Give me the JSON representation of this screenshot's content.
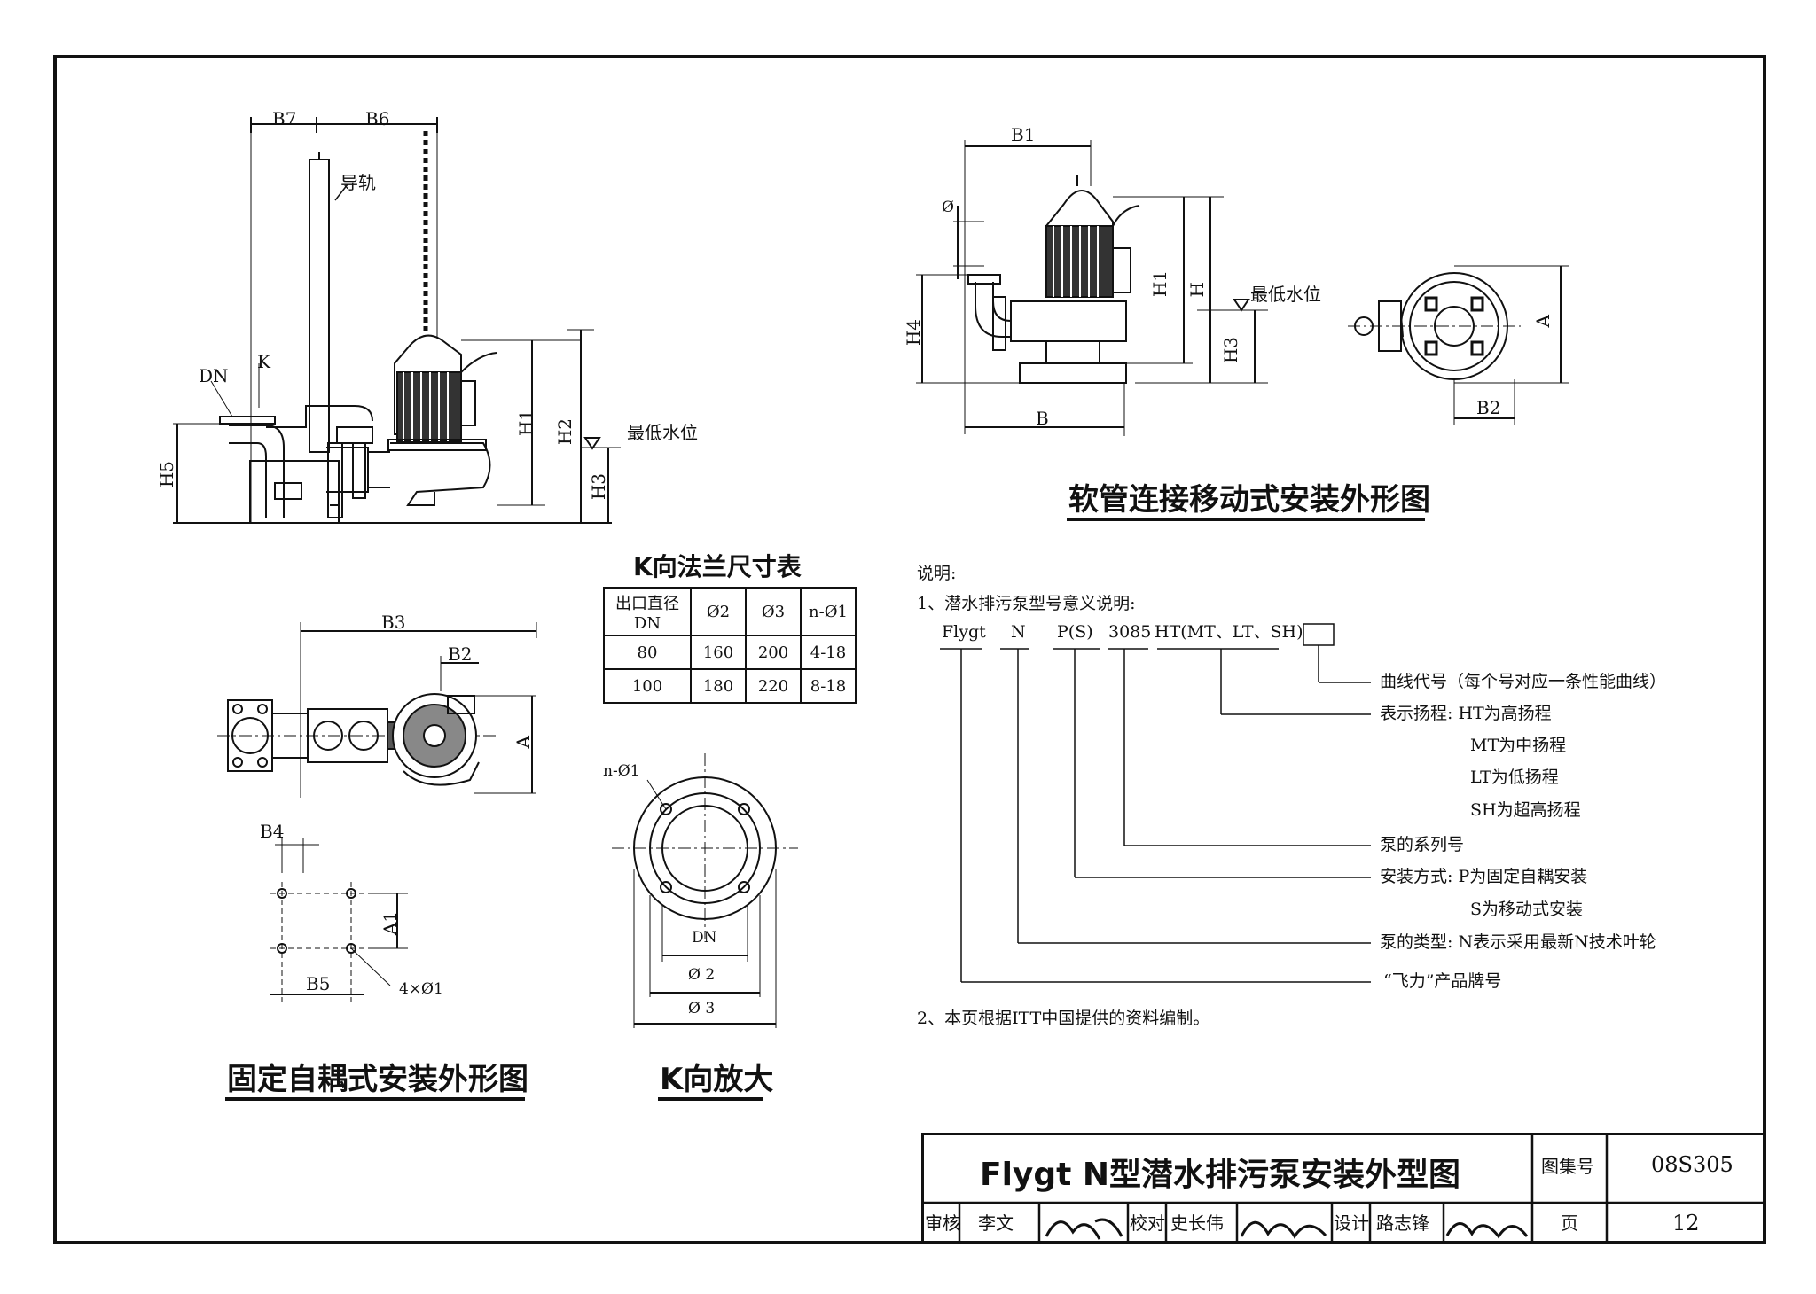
{
  "guide_rail": "导轨",
  "labels_fixed": {
    "b7": "B7",
    "b6": "B6",
    "dn": "DN",
    "k": "K",
    "h5": "H5",
    "h1": "H1",
    "h2": "H2",
    "h3": "H3",
    "min_water": "最低水位"
  },
  "labels_mobile": {
    "b1": "B1",
    "phi": "Ø",
    "h4": "H4",
    "h1": "H1",
    "h": "H",
    "h3": "H3",
    "min_water": "最低水位",
    "b": "B",
    "a": "A",
    "b2": "B2"
  },
  "title_mobile": "软管连接移动式安装外形图",
  "table": {
    "title": "K向法兰尺寸表",
    "headers": [
      "出口直径",
      "DN",
      "Ø2",
      "Ø3",
      "n-Ø1"
    ],
    "rows": [
      [
        "80",
        "160",
        "200",
        "4-18"
      ],
      [
        "100",
        "180",
        "220",
        "8-18"
      ]
    ]
  },
  "labels_plan": {
    "b3": "B3",
    "b2": "B2",
    "a": "A",
    "b4": "B4",
    "a1": "A1",
    "b5": "B5",
    "holes": "4×Ø1"
  },
  "title_fixed": "固定自耦式安装外形图",
  "labels_k": {
    "n_phi1": "n-Ø1",
    "dn": "DN",
    "phi2": "Ø 2",
    "phi3": "Ø 3"
  },
  "title_k": "K向放大",
  "notes": {
    "heading": "说明:",
    "item1": "1、潜水排污泵型号意义说明:",
    "model_parts": [
      "Flygt",
      "N",
      "P(S)",
      "3085",
      "HT(MT、LT、SH)"
    ],
    "legend": [
      "曲线代号（每个号对应一条性能曲线）",
      "表示扬程: HT为高扬程",
      "MT为中扬程",
      "LT为低扬程",
      "SH为超高扬程",
      "泵的系列号",
      "安装方式: P为固定自耦安装",
      "S为移动式安装",
      "泵的类型: N表示采用最新N技术叶轮",
      "“飞力”产品牌号"
    ],
    "item2": "2、本页根据ITT中国提供的资料编制。"
  },
  "title_block": {
    "drawing_title": "Flygt N型潜水排污泵安装外型图",
    "atlas_label": "图集号",
    "atlas_no": "08S305",
    "review_label": "审核",
    "reviewer": "李文",
    "check_label": "校对",
    "checker": "史长伟",
    "design_label": "设计",
    "designer": "路志锋",
    "page_label": "页",
    "page_no": "12"
  }
}
